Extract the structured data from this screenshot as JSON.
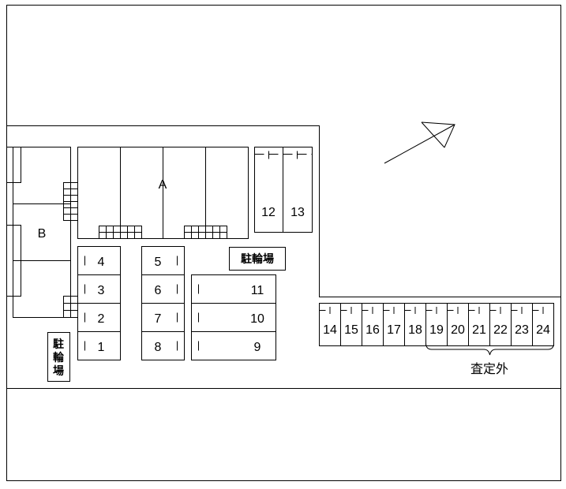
{
  "buildings": {
    "a_label": "A",
    "b_label": "B"
  },
  "bicycle_parking": {
    "label": "駐輪場",
    "label_vertical": [
      "駐",
      "輪",
      "場"
    ]
  },
  "parking_spaces": [
    "1",
    "2",
    "3",
    "4",
    "5",
    "6",
    "7",
    "8",
    "9",
    "10",
    "11",
    "12",
    "13",
    "14",
    "15",
    "16",
    "17",
    "18",
    "19",
    "20",
    "21",
    "22",
    "23",
    "24"
  ],
  "assessment_excluded": {
    "label": "査定外"
  },
  "north_arrow": {
    "icon": "north-arrow-icon"
  }
}
